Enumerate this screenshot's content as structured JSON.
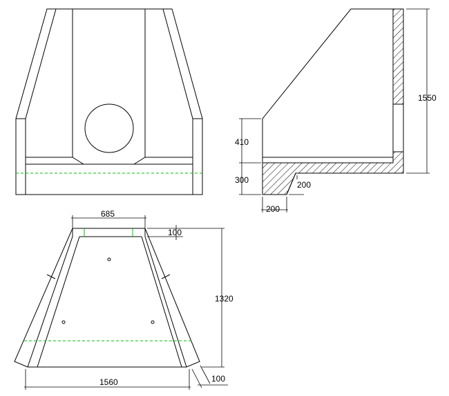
{
  "dimensions": {
    "side_total_height": "1550",
    "side_upper_height": "410",
    "side_lower_height": "300",
    "side_step": "200",
    "side_base_width": "200",
    "plan_top_width": "685",
    "plan_wall_thickness_top": "100",
    "plan_height": "1320",
    "plan_bottom_width": "1560",
    "plan_wall_thickness_bottom": "100"
  },
  "colors": {
    "line": "#000000",
    "hidden_line": "#00c000"
  }
}
